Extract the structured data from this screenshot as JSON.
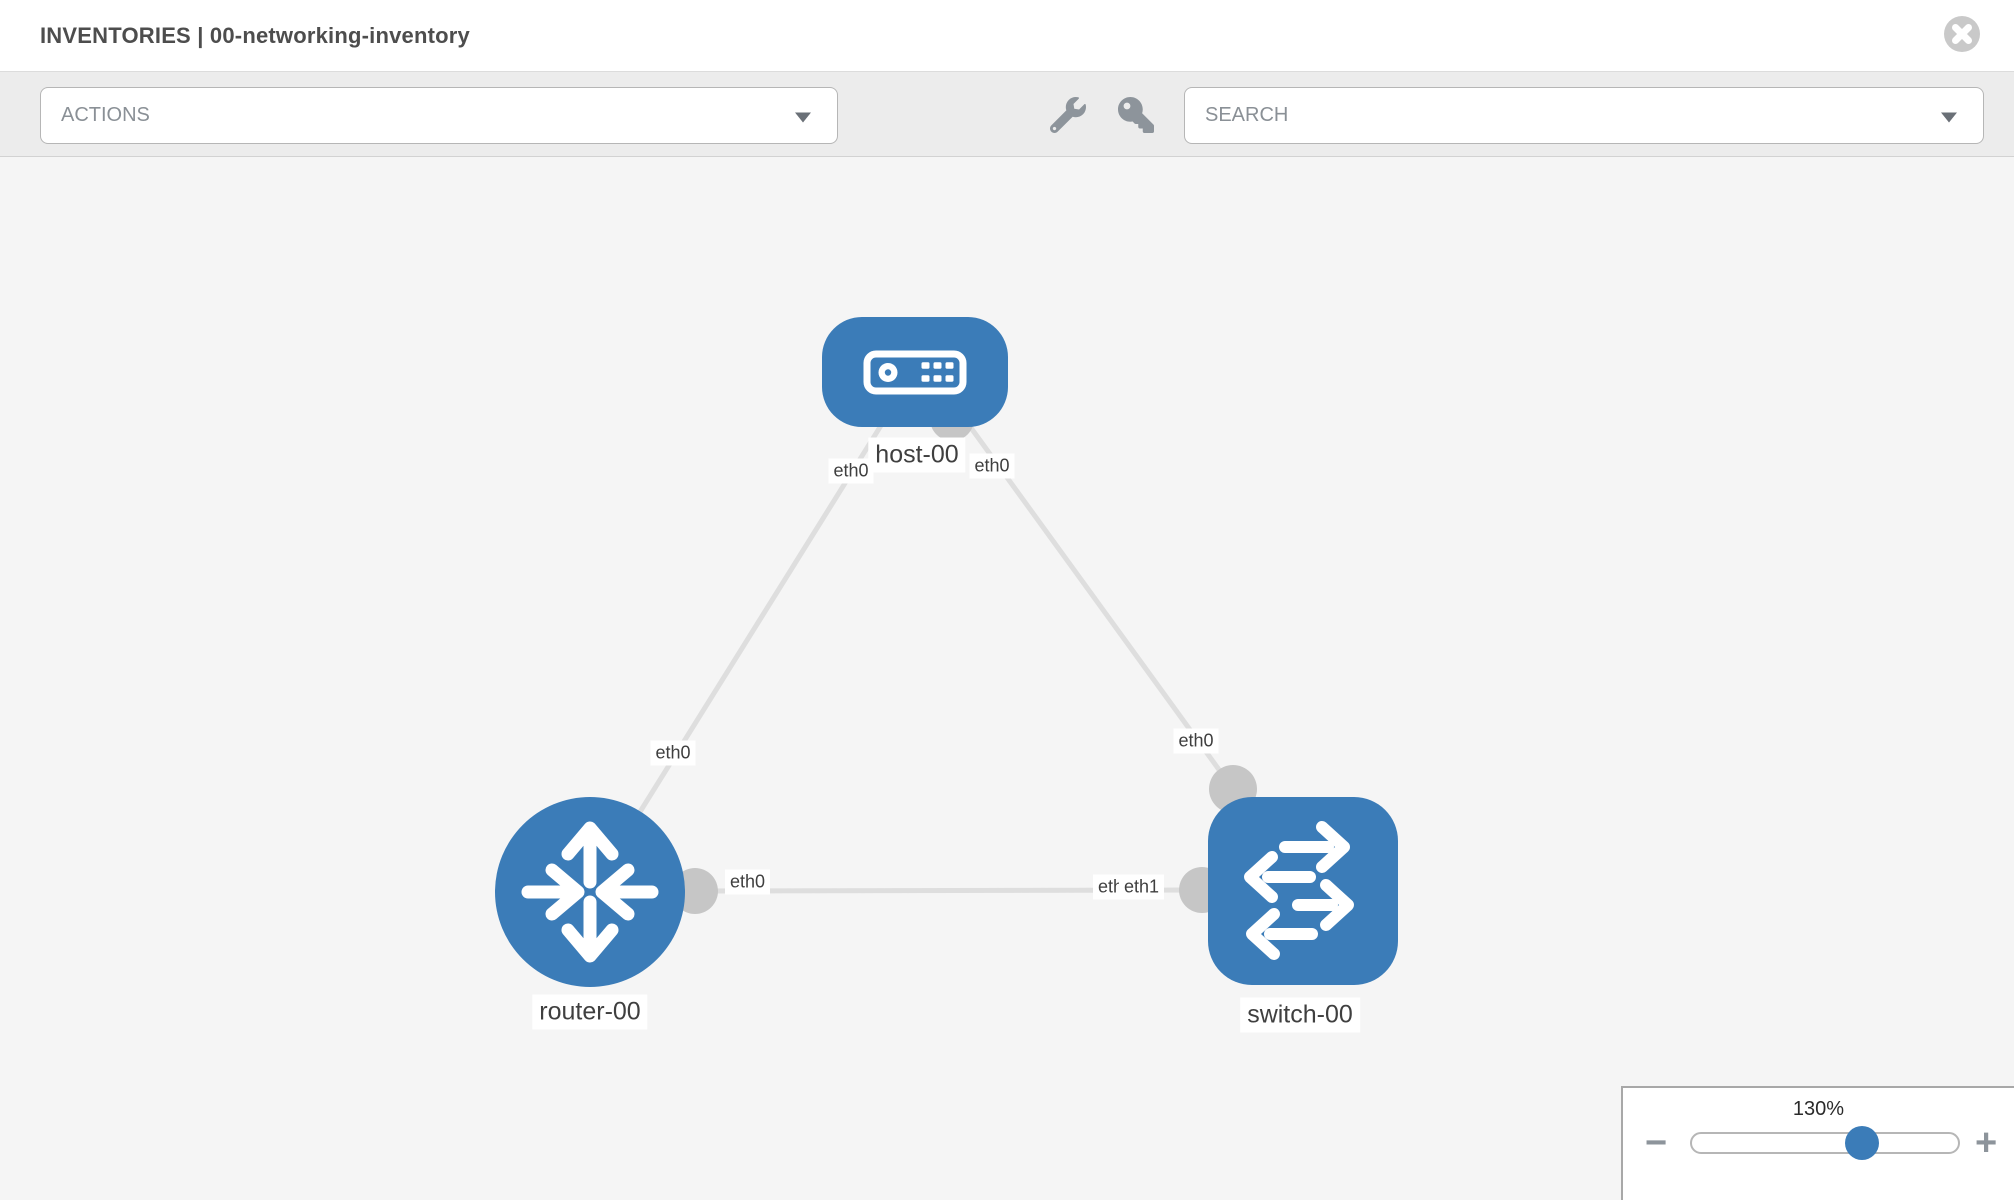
{
  "header": {
    "title": "INVENTORIES | 00-networking-inventory",
    "close_icon": "close-icon"
  },
  "toolbar": {
    "actions_placeholder": "ACTIONS",
    "search_placeholder": "SEARCH",
    "icons": [
      "wrench-icon",
      "key-icon",
      "chevron-down-icon"
    ]
  },
  "topology": {
    "nodes": [
      {
        "id": "host-00",
        "label": "host-00",
        "type": "host",
        "icon": "server-icon"
      },
      {
        "id": "router-00",
        "label": "router-00",
        "type": "router",
        "icon": "router-arrows-icon"
      },
      {
        "id": "switch-00",
        "label": "switch-00",
        "type": "switch",
        "icon": "switch-arrows-icon"
      }
    ],
    "links": [
      {
        "from": "host-00",
        "to": "router-00",
        "from_if": "eth0",
        "to_if": "eth0"
      },
      {
        "from": "host-00",
        "to": "switch-00",
        "from_if": "eth0",
        "to_if": "eth0"
      },
      {
        "from": "router-00",
        "to": "switch-00",
        "from_if": "eth0",
        "to_if": "eth1"
      }
    ],
    "labels": {
      "host": "host-00",
      "router": "router-00",
      "switch": "switch-00"
    },
    "ifaces": {
      "h2r_host": "eth0",
      "h2r_router": "eth0",
      "h2s_host": "eth0",
      "h2s_switch": "eth0",
      "r2s_router": "eth0",
      "r2s_switch_under": "eth0",
      "r2s_switch_over": "eth1"
    }
  },
  "zoom_control": {
    "level": "130%",
    "minus_label": "−",
    "plus_label": "+"
  },
  "colors": {
    "node_blue": "#3b7cb8",
    "link_gray": "#dedede",
    "connector_gray": "#c6c6c6",
    "canvas_bg": "#f5f5f5",
    "toolbar_bg": "#ececec",
    "icon_gray": "#8d949b"
  }
}
